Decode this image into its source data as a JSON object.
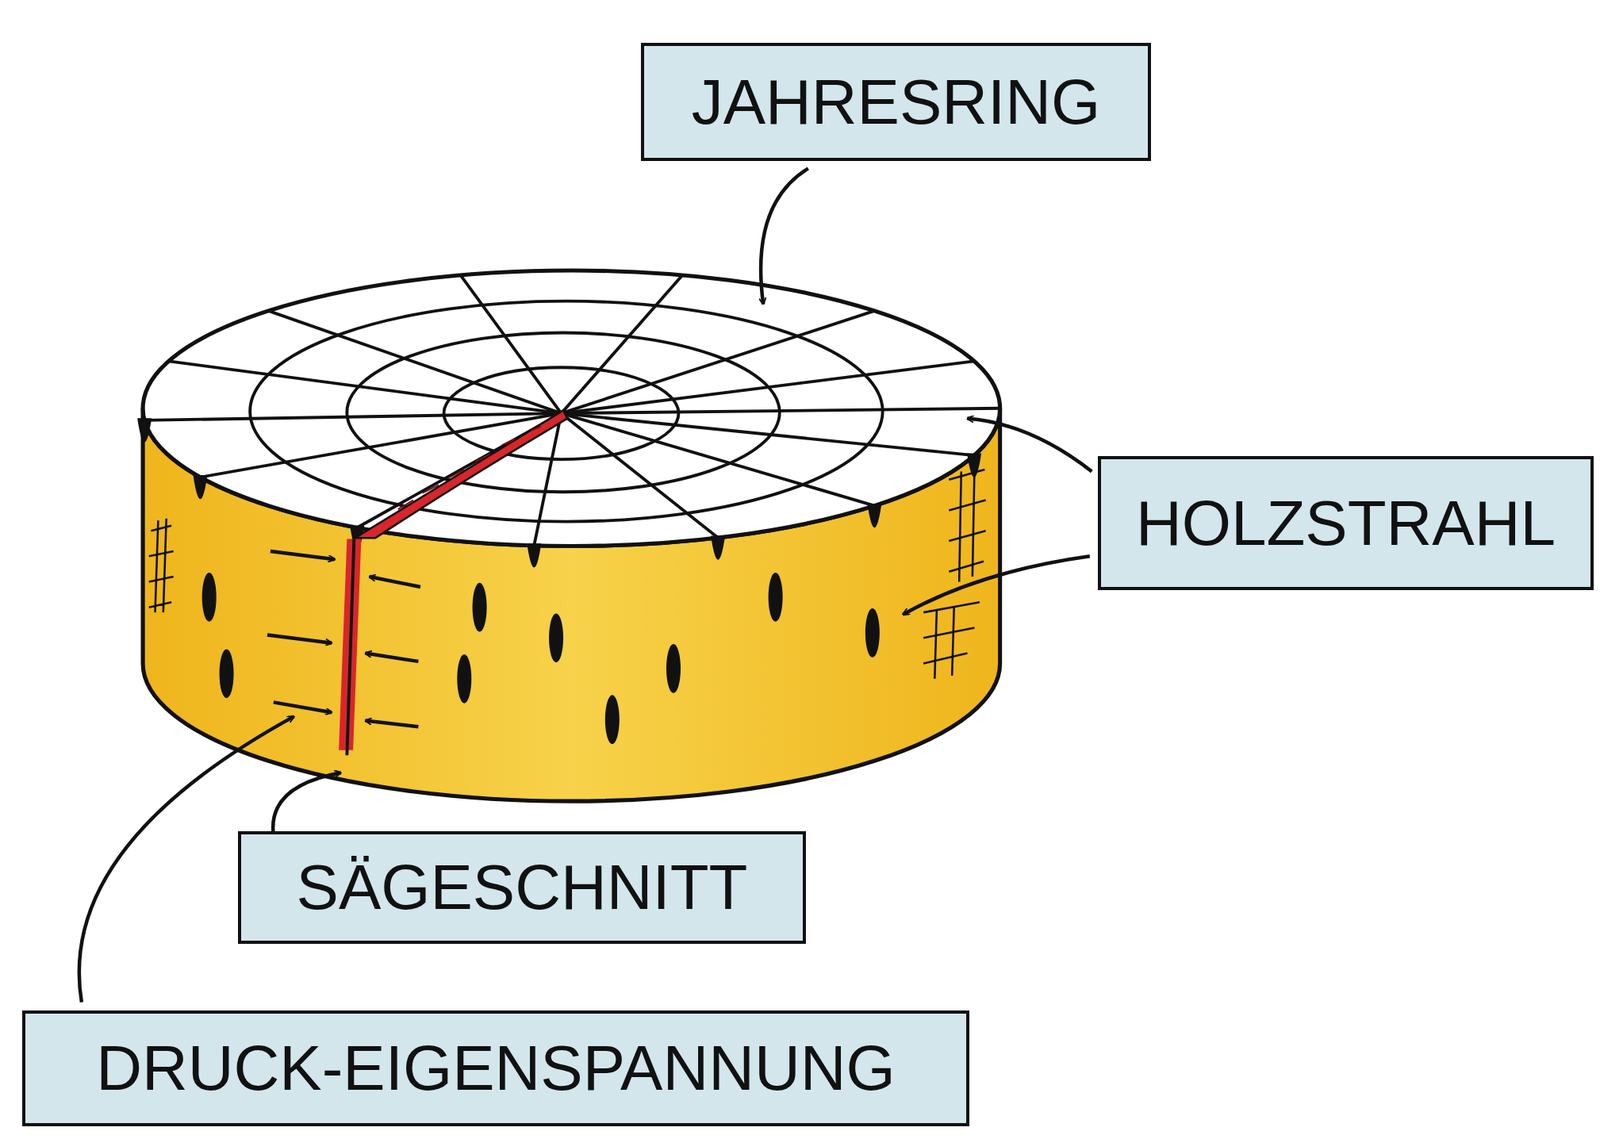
{
  "diagram": {
    "nodes": [
      {
        "text": [
          "JAHRESRING"
        ]
      },
      {
        "text": [
          "HOLZSTRAHL"
        ]
      },
      {
        "text": [
          "SÄGESCHNITT"
        ]
      },
      {
        "text": [
          "DRUCK-EIGENSPANNUNG"
        ]
      }
    ]
  }
}
